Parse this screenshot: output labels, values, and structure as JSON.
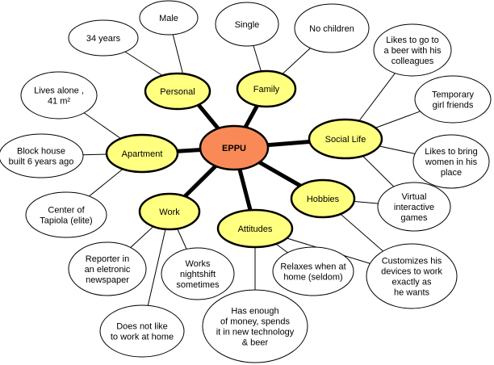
{
  "colors": {
    "center_fill": "#f98a57",
    "category_fill": "#ffff80",
    "leaf_fill": "#ffffff",
    "stroke": "#000000"
  },
  "center": {
    "label": "EPPU"
  },
  "categories": {
    "personal": "Personal",
    "family": "Family",
    "social_life": "Social Life",
    "apartment": "Apartment",
    "hobbies": "Hobbies",
    "work": "Work",
    "attitudes": "Attitudes"
  },
  "leaves": {
    "age": [
      "34 years"
    ],
    "gender": [
      "Male"
    ],
    "marital": [
      "Single"
    ],
    "children": [
      "No children"
    ],
    "beer_colleagues": [
      "Likes to go to",
      "a beer with his",
      "colleagues"
    ],
    "girlfriends": [
      "Temporary",
      "girl friends"
    ],
    "bring_women": [
      "Likes to bring",
      "women in his",
      "place"
    ],
    "lives_alone": [
      "Lives alone ,",
      "41 m²"
    ],
    "block_house": [
      "Block house",
      "built 6 years ago"
    ],
    "tapiola": [
      "Center of",
      "Tapiola (elite)"
    ],
    "reporter": [
      "Reporter in",
      "an eletronic",
      "newspaper"
    ],
    "nightshift": [
      "Works",
      "nightshift",
      "sometimes"
    ],
    "no_work_home": [
      "Does not like",
      "to work at home"
    ],
    "relaxes": [
      "Relaxes when at",
      "home (seldom)"
    ],
    "money": [
      "Has enough",
      "of money, spends",
      "it in new technology",
      "& beer"
    ],
    "games": [
      "Virtual",
      "interactive",
      "games"
    ],
    "customizes": [
      "Customizes his",
      "devices to work",
      "exactly as",
      "he wants"
    ]
  }
}
